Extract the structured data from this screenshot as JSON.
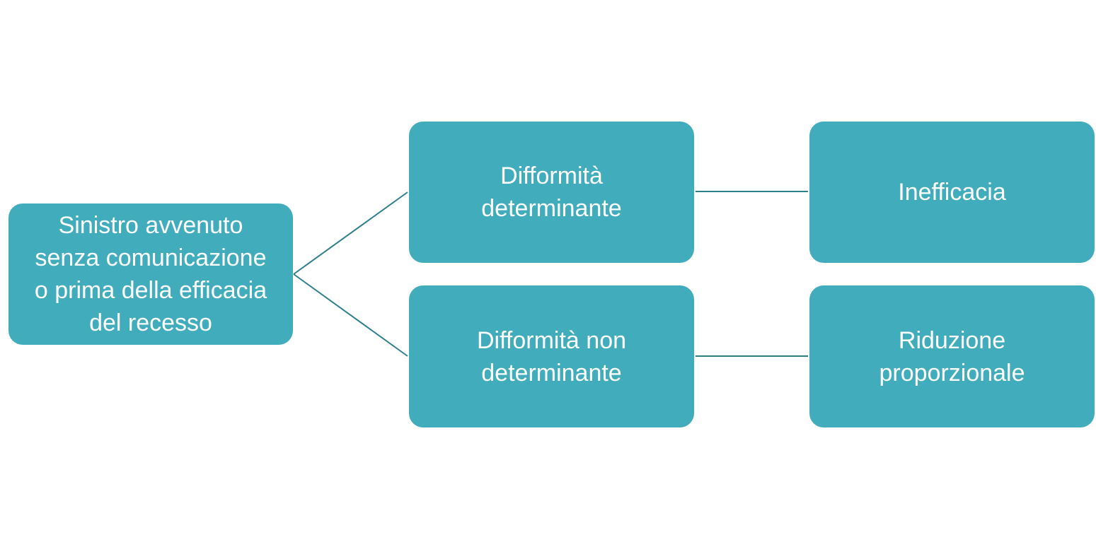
{
  "colors": {
    "node_fill": "#41acbb",
    "node_text": "#ffffff",
    "connector": "#2e7f8c",
    "background": "#ffffff"
  },
  "diagram": {
    "root": {
      "label": "Sinistro avvenuto\nsenza comunicazione\no prima della efficacia\ndel recesso"
    },
    "branches": [
      {
        "label": "Difformità\ndeterminante",
        "outcome": "Inefficacia"
      },
      {
        "label": "Difformità non\ndeterminante",
        "outcome": "Riduzione\nproporzionale"
      }
    ]
  }
}
